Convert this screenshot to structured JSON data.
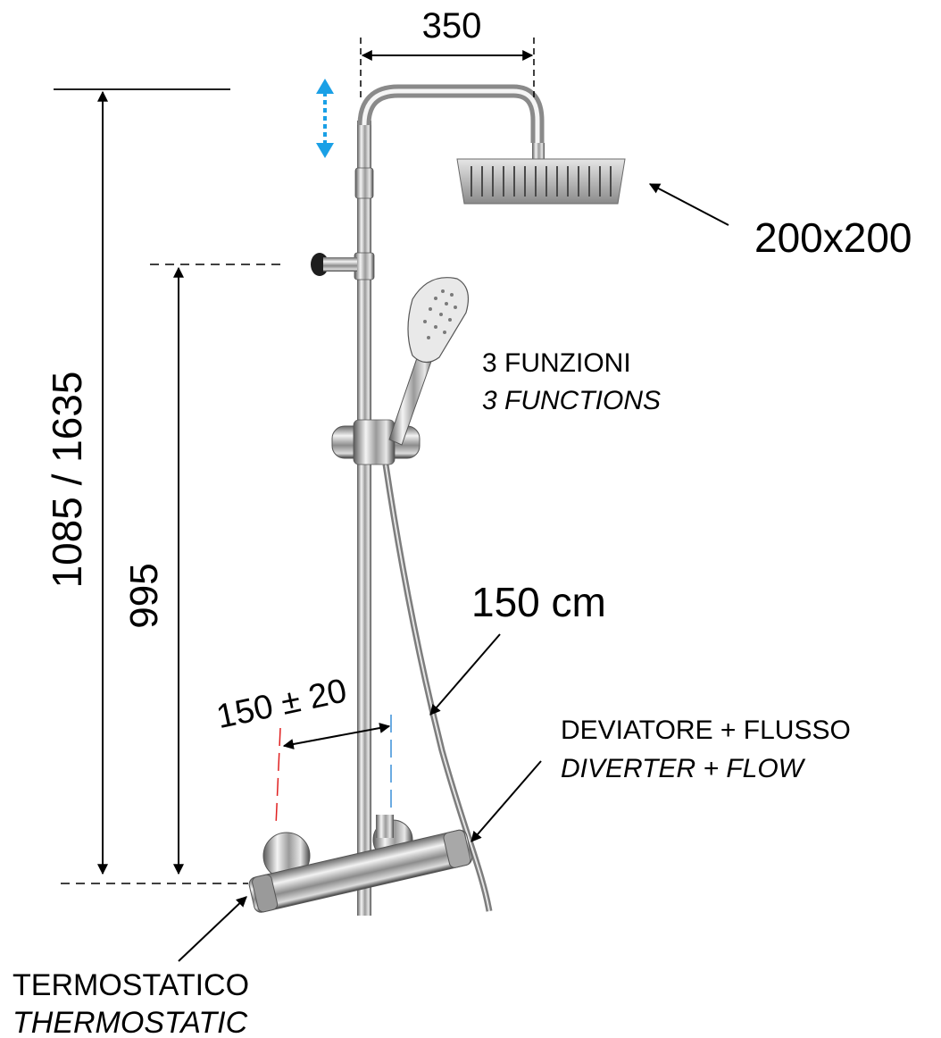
{
  "dimensions": {
    "head_arm": "350",
    "head_size": "200x200",
    "total_height": "1085 / 1635",
    "bar_height": "995",
    "hose_length": "150 cm",
    "center_distance": "150 ± 20"
  },
  "labels": {
    "hand_shower_it": "3 FUNZIONI",
    "hand_shower_en": "3 FUNCTIONS",
    "diverter_it": "DEVIATORE + FLUSSO",
    "diverter_en": "DIVERTER + FLOW",
    "thermostatic_it": "TERMOSTATICO",
    "thermostatic_en": "THERMOSTATIC"
  },
  "colors": {
    "left_axis_marker": "#e02020",
    "right_axis_marker": "#3a8fd8",
    "height_adjust_arrow": "#1aa0e6"
  }
}
